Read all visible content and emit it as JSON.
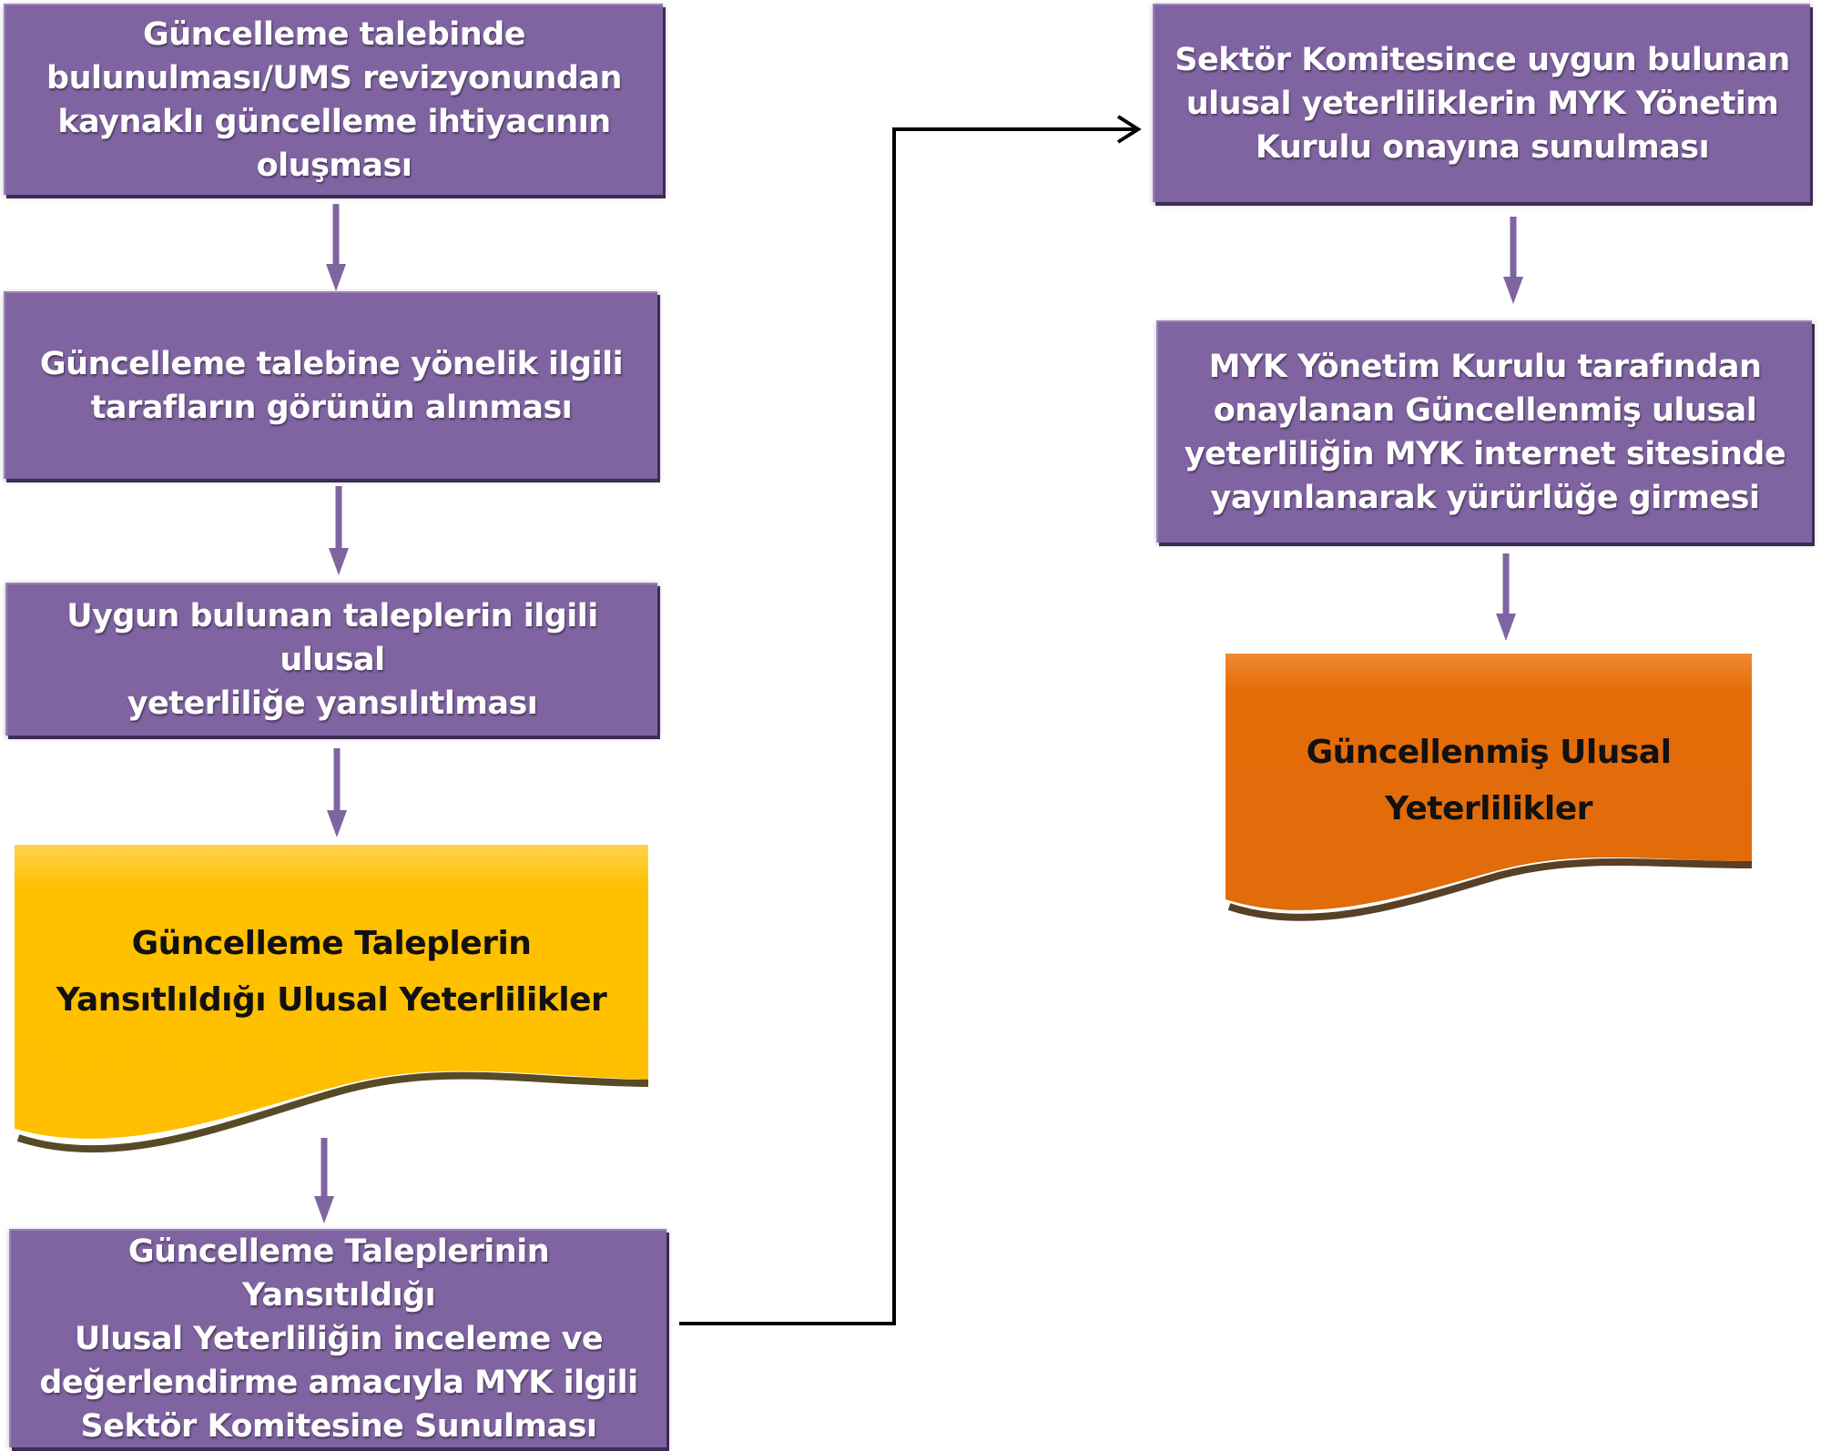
{
  "flowchart": {
    "left_column": {
      "step1": "Güncelleme talebinde\nbulunulması/UMS  revizyonundan\nkaynaklı güncelleme ihtiyacının\noluşması",
      "step2": "Güncelleme talebine yönelik ilgili\ntarafların görünün alınması",
      "step3": "Uygun bulunan taleplerin ilgili ulusal\nyeterliliğe yansılıtlması",
      "document1": "Güncelleme Taleplerin\nYansıtlıldığı Ulusal Yeterlilikler",
      "step4": "Güncelleme Taleplerinin Yansıtıldığı\nUlusal Yeterliliğin inceleme ve\ndeğerlendirme amacıyla MYK ilgili\nSektör Komitesine Sunulması"
    },
    "right_column": {
      "step5": "Sektör Komitesince uygun bulunan\nulusal yeterliliklerin MYK Yönetim\nKurulu onayına sunulması",
      "step6": "MYK Yönetim Kurulu tarafından\nonaylanan Güncellenmiş ulusal\nyeterliliğin MYK internet sitesinde\nyayınlanarak yürürlüğe girmesi",
      "document2": "Güncellenmiş Ulusal\nYeterlilikler"
    }
  },
  "colors": {
    "process_box": "#8064a2",
    "document1_fill": "#ffc000",
    "document2_fill": "#e36c09",
    "arrow": "#8064a2",
    "connector": "#000000"
  }
}
